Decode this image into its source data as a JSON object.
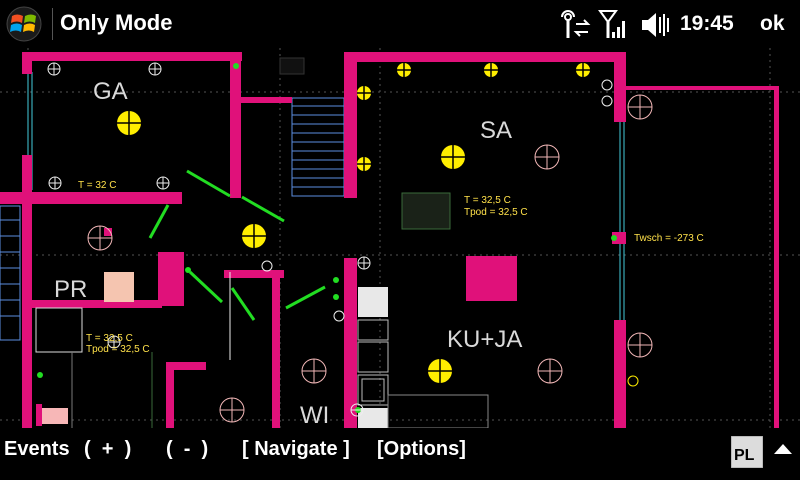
{
  "app": {
    "title": "Only Mode"
  },
  "statusbar": {
    "time": "19:45",
    "ok_label": "ok"
  },
  "rooms": {
    "ga": "GA",
    "sa": "SA",
    "pr": "PR",
    "kuja": "KU+JA",
    "wi": "WI"
  },
  "temps": {
    "ga_t": "T = 32 C",
    "sa_t": "T = 32,5 C",
    "sa_tpod": "Tpod = 32,5 C",
    "pr_t": "T = 32,5 C",
    "pr_tpod": "Tpod = 32,5 C",
    "twsch": "Twsch = -273 C"
  },
  "menu": {
    "events": "Events",
    "plus": "(  +  )",
    "minus": "(  -  )",
    "navigate": "[ Navigate ]",
    "options": "[Options]"
  },
  "pl_icon": "PL",
  "colors": {
    "wall": "#e0117a",
    "lamp": "#ffee00",
    "door": "#22dd22",
    "socket": "#f2b7b7",
    "stairs": "#5c8ee0",
    "background": "#000000"
  },
  "icons": {
    "start": "windows-logo-icon",
    "network": "network-sync-icon",
    "signal": "signal-strength-icon",
    "volume": "speaker-muted-icon",
    "sip": "up-arrow-icon"
  }
}
